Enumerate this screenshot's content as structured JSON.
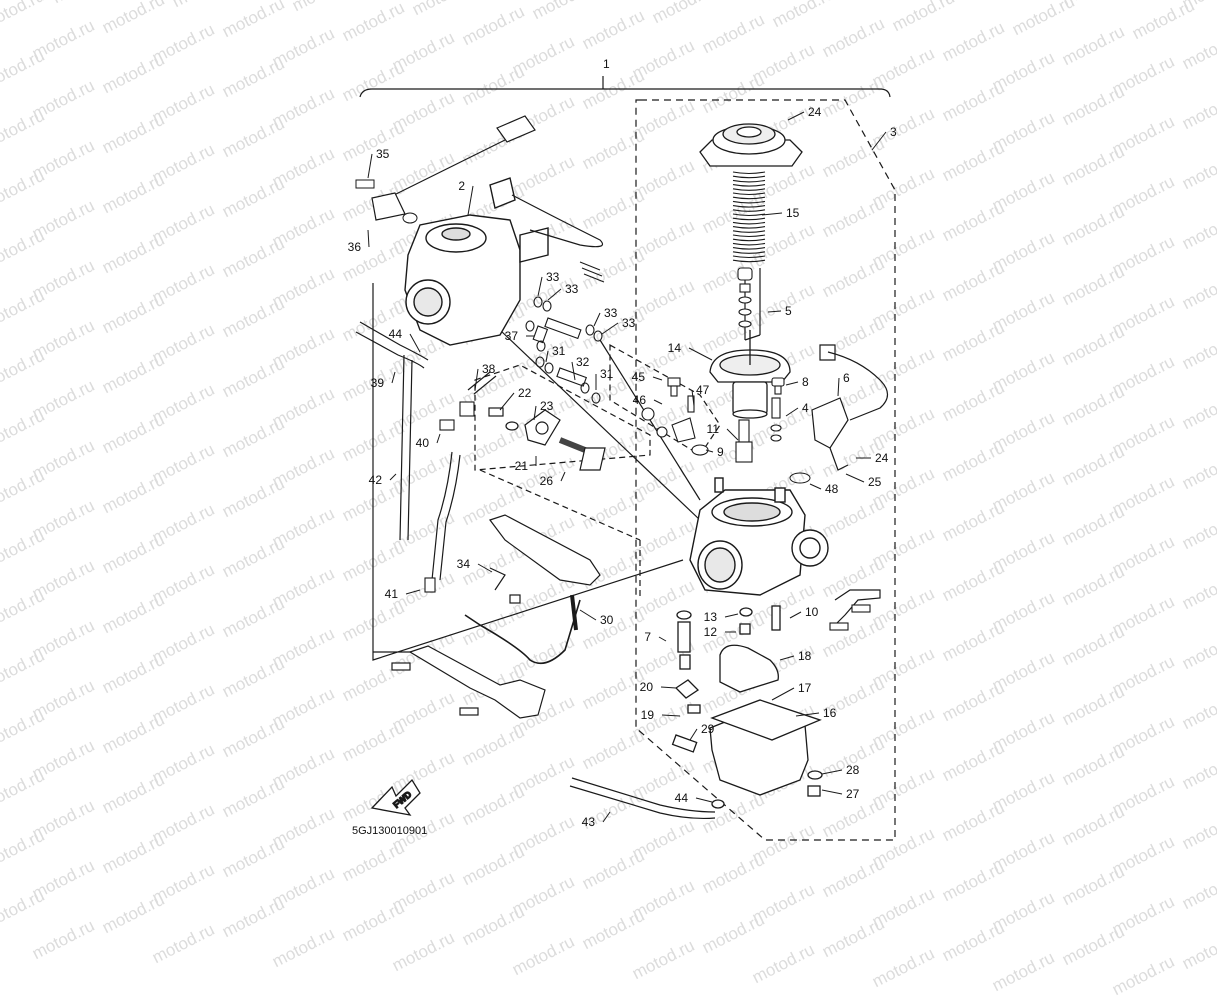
{
  "watermark": "motod.ru",
  "diagram_code": "5GJ130010901",
  "fwd_label": "FWD",
  "callouts": [
    "1",
    "2",
    "3",
    "4",
    "5",
    "6",
    "7",
    "8",
    "9",
    "10",
    "11",
    "12",
    "13",
    "14",
    "15",
    "16",
    "17",
    "18",
    "19",
    "20",
    "21",
    "22",
    "23",
    "24",
    "24",
    "25",
    "26",
    "27",
    "28",
    "29",
    "30",
    "31",
    "31",
    "32",
    "33",
    "33",
    "33",
    "33",
    "34",
    "35",
    "36",
    "37",
    "38",
    "39",
    "40",
    "41",
    "42",
    "43",
    "44",
    "44",
    "45",
    "46",
    "47",
    "48"
  ],
  "colors": {
    "line": "#1a1a1a",
    "watermark": "#dcdcdc",
    "background": "#ffffff"
  }
}
